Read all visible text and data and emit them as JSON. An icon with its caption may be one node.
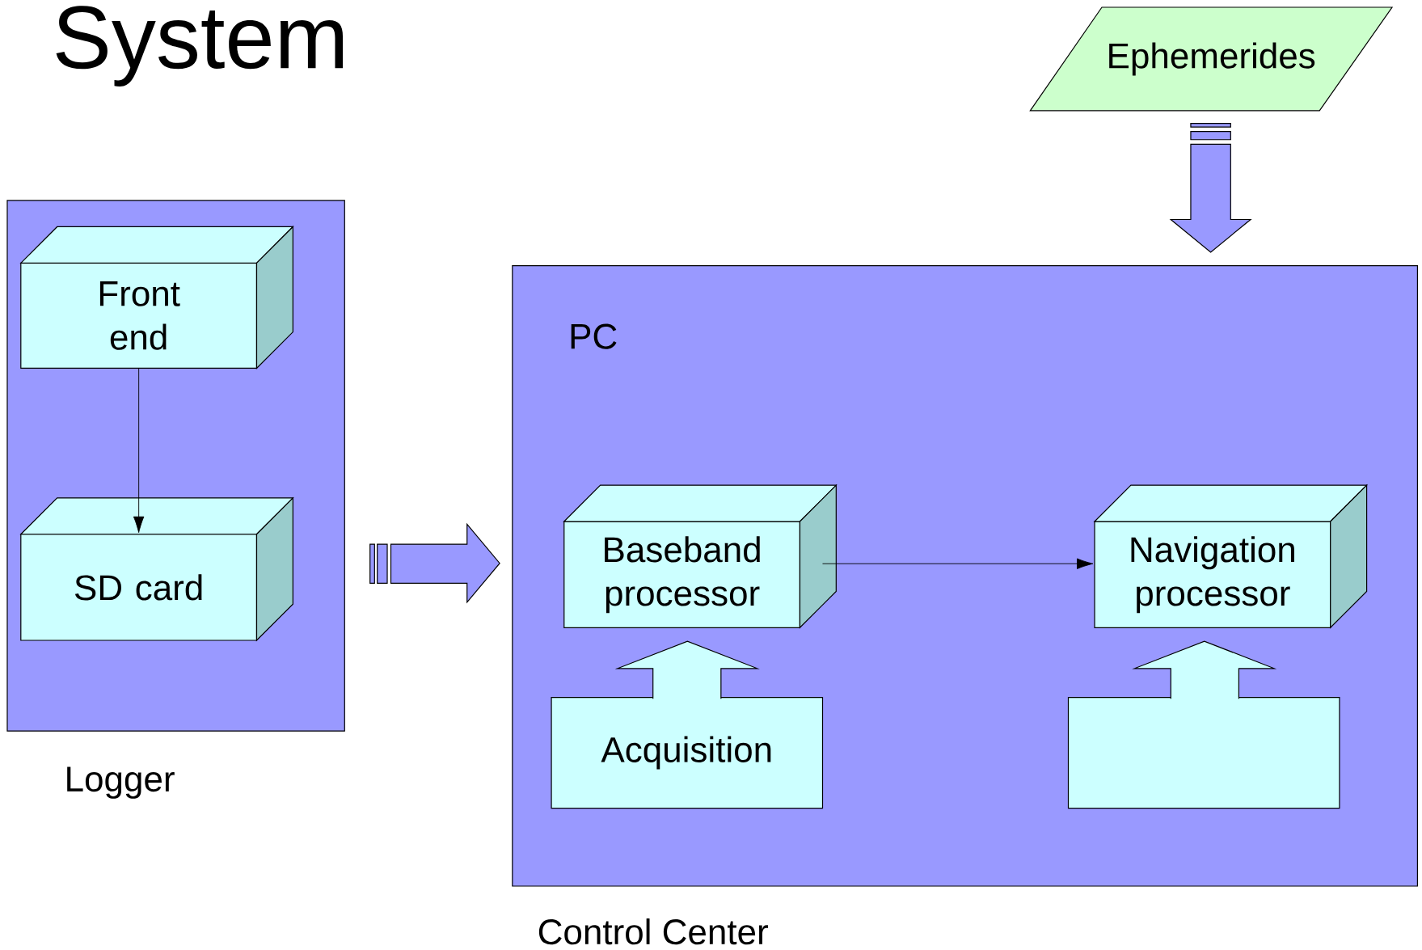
{
  "diagram": {
    "title": "System",
    "nodes": [
      {
        "text": [
          "Logger"
        ]
      },
      {
        "text": [
          "Front end"
        ],
        "in": 0
      },
      {
        "text": [
          "SD card"
        ],
        "in": 0
      },
      {
        "text": [
          "PC",
          "Control Center"
        ]
      },
      {
        "text": [
          "Baseband processor"
        ],
        "in": 3
      },
      {
        "text": [
          "Navigation processor"
        ],
        "in": 3
      },
      {
        "text": [
          "Acquisition"
        ],
        "in": 3
      },
      {
        "text": [],
        "shape": "box",
        "in": 3
      },
      {
        "text": [
          "Ephemerides"
        ]
      }
    ],
    "edges": [
      {
        "from": 1,
        "to": 2,
        "arrow": "to"
      },
      {
        "from": 0,
        "to": 3,
        "arrow": "to",
        "style": "thick"
      },
      {
        "from": 4,
        "to": 5,
        "arrow": "to"
      },
      {
        "from": 6,
        "to": 4,
        "arrow": "to",
        "style": "thick"
      },
      {
        "from": 7,
        "to": 5,
        "arrow": "to",
        "style": "thick"
      },
      {
        "from": 8,
        "to": 3,
        "arrow": "to",
        "style": "thick"
      }
    ]
  }
}
